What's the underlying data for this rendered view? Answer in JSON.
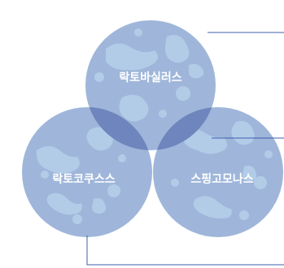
{
  "venn": {
    "top": {
      "label": "락토바실러스"
    },
    "left": {
      "label": "락토코쿠스스"
    },
    "right": {
      "label": "스핑고모나스"
    }
  },
  "colors": {
    "circle_fill": "#9fb6da",
    "overlap_fill": "#6f85bd",
    "center_fill": "#4d63a3",
    "blob_fill": "#b9d3ec",
    "leader_line": "#3d5fae"
  }
}
